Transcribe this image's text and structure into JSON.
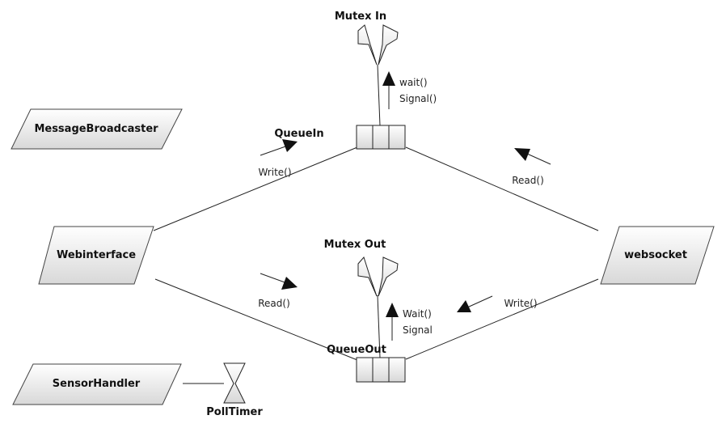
{
  "nodes": {
    "message_broadcaster": "MessageBroadcaster",
    "webinterface": "Webinterface",
    "websocket": "websocket",
    "sensor_handler": "SensorHandler"
  },
  "queues": {
    "queue_in": "QueueIn",
    "queue_out": "QueueOut"
  },
  "mutexes": {
    "mutex_in": "Mutex In",
    "mutex_out": "Mutex Out"
  },
  "timer": {
    "poll_timer": "PollTimer"
  },
  "edge_labels": {
    "write_in": "Write()",
    "read_in": "Read()",
    "read_out": "Read()",
    "write_out": "Write()",
    "mutex_in_wait": "wait()",
    "mutex_in_signal": "Signal()",
    "mutex_out_wait": "Wait()",
    "mutex_out_signal": "Signal"
  },
  "colors": {
    "shape_fill_top": "#ffffff",
    "shape_fill_bottom": "#d8d8d8",
    "stroke": "#222222"
  }
}
